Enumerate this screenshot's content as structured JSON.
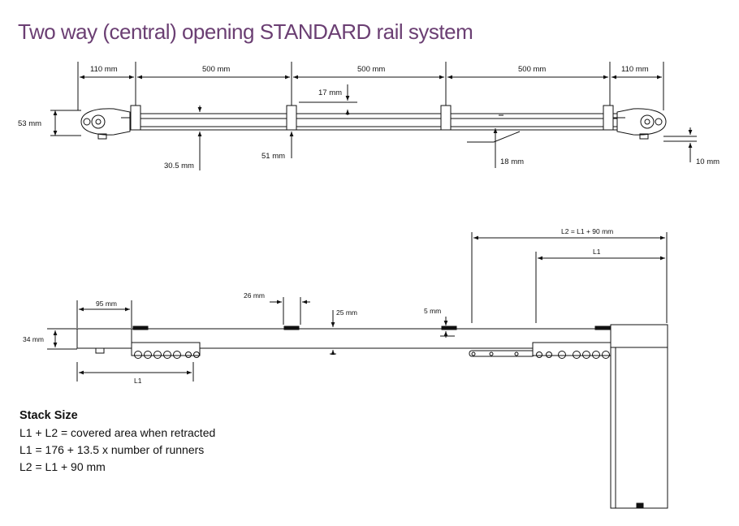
{
  "title": "Two way (central) opening STANDARD rail system",
  "colors": {
    "title": "#6b3f73",
    "line": "#111111",
    "rail_fill": "#ffffff",
    "motor_fill": "#ffffff"
  },
  "top_diagram": {
    "dims": {
      "end_left": "110 mm",
      "span_1": "500 mm",
      "span_2": "500 mm",
      "span_3": "500 mm",
      "end_right": "110 mm",
      "bracket_height": "53 mm",
      "gap_17": "17 mm",
      "height_30_5": "30.5 mm",
      "height_51": "51 mm",
      "arm_18": "18 mm",
      "drop_10": "10 mm"
    }
  },
  "bottom_diagram": {
    "dims": {
      "l2_formula": "L2 = L1 + 90 mm",
      "l1_right": "L1",
      "left_95": "95 mm",
      "runner_26": "26 mm",
      "rail_25": "25 mm",
      "gap_5": "5 mm",
      "height_34": "34 mm",
      "l1_left": "L1"
    }
  },
  "stack_size": {
    "heading": "Stack Size",
    "line1": "L1 + L2 = covered area when retracted",
    "line2": "L1 = 176 + 13.5 x number of runners",
    "line3": "L2 = L1 + 90 mm"
  }
}
